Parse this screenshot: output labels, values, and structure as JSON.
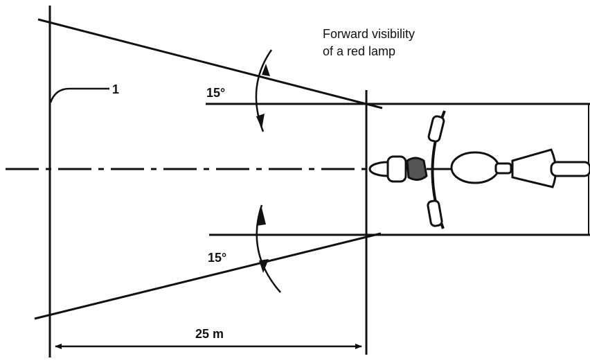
{
  "caption": {
    "line1": "Forward visibility",
    "line2": "of a red lamp"
  },
  "labels": {
    "reference_number": "1",
    "upper_angle": "15°",
    "lower_angle": "15°",
    "distance": "25 m"
  },
  "colors": {
    "ink": "#111111",
    "background": "#ffffff"
  }
}
